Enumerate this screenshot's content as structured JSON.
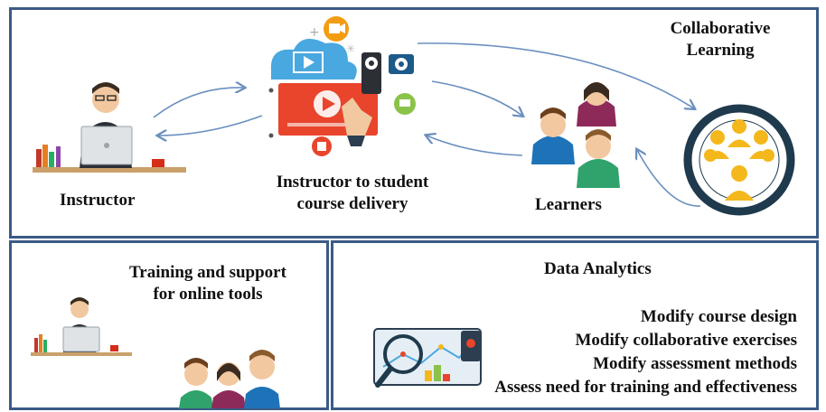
{
  "top": {
    "instructor": "Instructor",
    "delivery_line1": "Instructor to student",
    "delivery_line2": "course delivery",
    "learners": "Learners",
    "collab_line1": "Collaborative",
    "collab_line2": "Learning"
  },
  "bottom_left": {
    "title_line1": "Training and support",
    "title_line2": "for online tools"
  },
  "bottom_right": {
    "title": "Data Analytics",
    "items": [
      "Modify course design",
      "Modify collaborative exercises",
      "Modify assessment methods",
      "Assess need for training and effectiveness"
    ]
  },
  "colors": {
    "border": "#3b5b86",
    "arrow": "#6a8fbf",
    "collab_ring": "#1e3a4c",
    "collab_people": "#f4b81c",
    "video_red": "#e8452c",
    "cloud_blue": "#4aa8e0"
  }
}
